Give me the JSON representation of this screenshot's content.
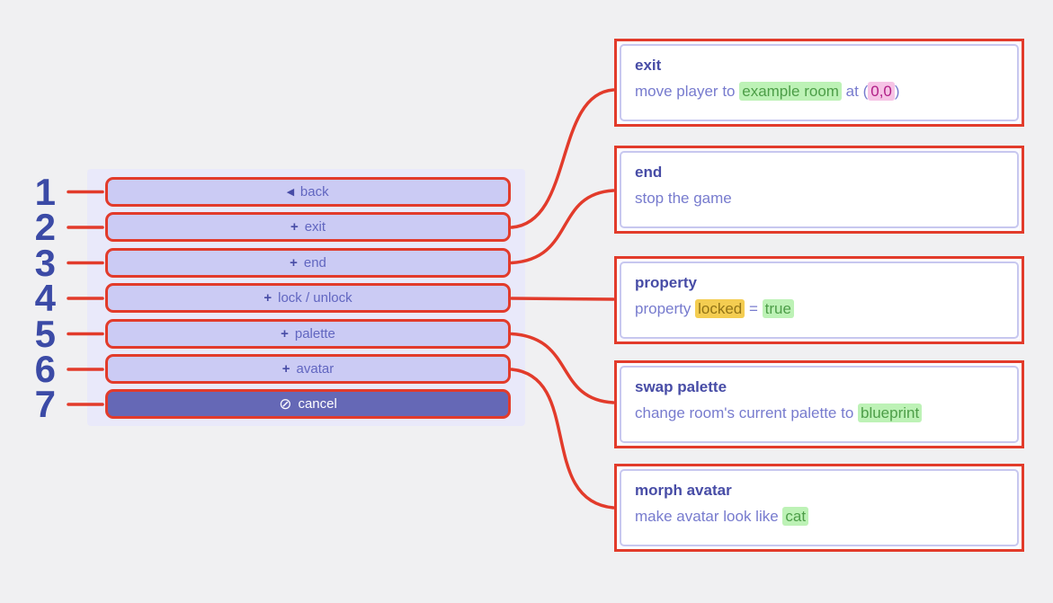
{
  "colors": {
    "background": "#f0f0f2",
    "annotation_red": "#e23b2b",
    "menu_panel": "#e9e9fa",
    "button_fill": "#cbcbf4",
    "button_text": "#6166c0",
    "cancel_fill": "#6568b6",
    "number_blue": "#3b4aa6",
    "title_text": "#474ca6",
    "body_text": "#777bce",
    "highlight_green": "#bdf2b6",
    "highlight_yellow": "#f4cd51",
    "highlight_pink": "#f6c3e5"
  },
  "annotations": {
    "numbers": [
      "1",
      "2",
      "3",
      "4",
      "5",
      "6",
      "7"
    ]
  },
  "icons": {
    "back": "◂",
    "plus": "+",
    "cancel": "⊘"
  },
  "menu": {
    "buttons": [
      {
        "label": "back",
        "icon": "back-icon"
      },
      {
        "label": "exit",
        "icon": "plus-icon"
      },
      {
        "label": "end",
        "icon": "plus-icon"
      },
      {
        "label": "lock / unlock",
        "icon": "plus-icon"
      },
      {
        "label": "palette",
        "icon": "plus-icon"
      },
      {
        "label": "avatar",
        "icon": "plus-icon"
      },
      {
        "label": "cancel",
        "icon": "cancel-icon"
      }
    ]
  },
  "callouts": [
    {
      "title": "exit",
      "segments": [
        {
          "text": "move player to "
        },
        {
          "text": "example room",
          "highlight": "green"
        },
        {
          "text": " at ("
        },
        {
          "text": "0,0",
          "highlight": "pink"
        },
        {
          "text": ")"
        }
      ]
    },
    {
      "title": "end",
      "segments": [
        {
          "text": "stop the game"
        }
      ]
    },
    {
      "title": "property",
      "segments": [
        {
          "text": "property "
        },
        {
          "text": "locked",
          "highlight": "yellow"
        },
        {
          "text": " = "
        },
        {
          "text": "true",
          "highlight": "green"
        }
      ]
    },
    {
      "title": "swap palette",
      "segments": [
        {
          "text": "change room's current palette to "
        },
        {
          "text": "blueprint",
          "highlight": "green"
        }
      ]
    },
    {
      "title": "morph avatar",
      "segments": [
        {
          "text": "make avatar look like "
        },
        {
          "text": "cat",
          "highlight": "green"
        }
      ]
    }
  ]
}
